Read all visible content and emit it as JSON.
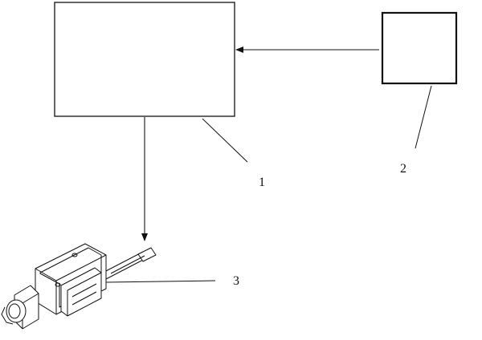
{
  "labels": {
    "block_1": "1",
    "block_2": "2",
    "part_3": "3"
  },
  "colors": {
    "line": "#111111",
    "background": "#ffffff"
  }
}
